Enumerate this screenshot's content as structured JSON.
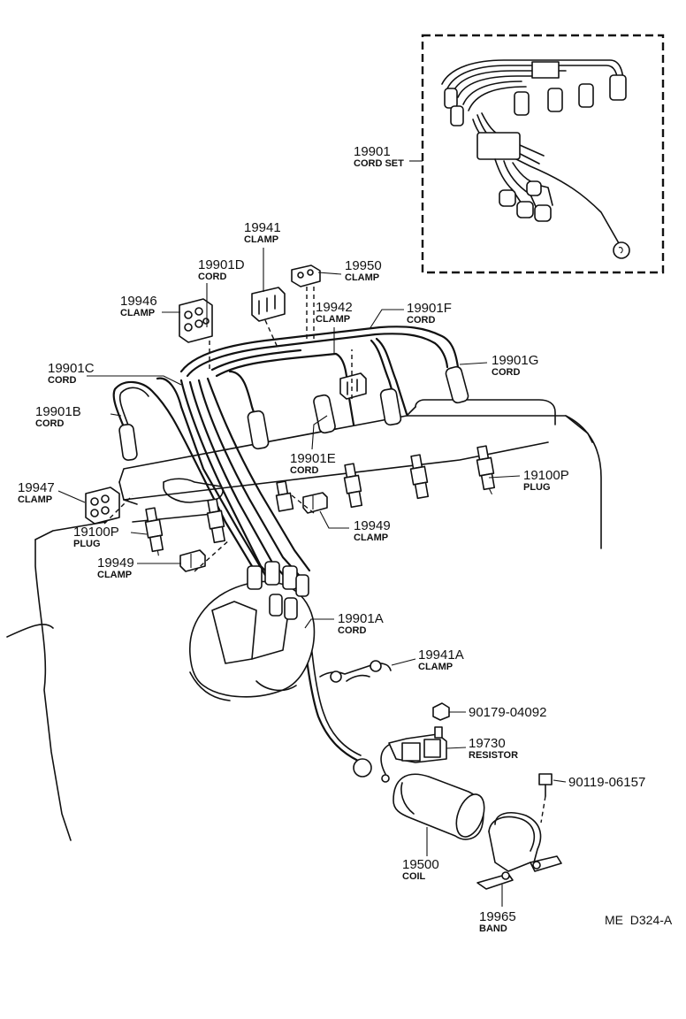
{
  "parts": {
    "cord_set": {
      "number": "19901",
      "name": "CORD SET"
    },
    "clamp_19941": {
      "number": "19941",
      "name": "CLAMP"
    },
    "cord_d": {
      "number": "19901D",
      "name": "CORD"
    },
    "clamp_19950": {
      "number": "19950",
      "name": "CLAMP"
    },
    "clamp_19946": {
      "number": "19946",
      "name": "CLAMP"
    },
    "clamp_19942": {
      "number": "19942",
      "name": "CLAMP"
    },
    "cord_f": {
      "number": "19901F",
      "name": "CORD"
    },
    "cord_c": {
      "number": "19901C",
      "name": "CORD"
    },
    "cord_g": {
      "number": "19901G",
      "name": "CORD"
    },
    "cord_b": {
      "number": "19901B",
      "name": "CORD"
    },
    "cord_e": {
      "number": "19901E",
      "name": "CORD"
    },
    "plug_right": {
      "number": "19100P",
      "name": "PLUG"
    },
    "clamp_19947": {
      "number": "19947",
      "name": "CLAMP"
    },
    "clamp_19949_right": {
      "number": "19949",
      "name": "CLAMP"
    },
    "plug_left": {
      "number": "19100P",
      "name": "PLUG"
    },
    "clamp_19949_left": {
      "number": "19949",
      "name": "CLAMP"
    },
    "cord_a": {
      "number": "19901A",
      "name": "CORD"
    },
    "clamp_19941a": {
      "number": "19941A",
      "name": "CLAMP"
    },
    "nut": {
      "number": "90179-04092"
    },
    "resistor": {
      "number": "19730",
      "name": "RESISTOR"
    },
    "bolt": {
      "number": "90119-06157"
    },
    "coil": {
      "number": "19500",
      "name": "COIL"
    },
    "band": {
      "number": "19965",
      "name": "BAND"
    }
  },
  "diagram_code": "ME  D324-A"
}
